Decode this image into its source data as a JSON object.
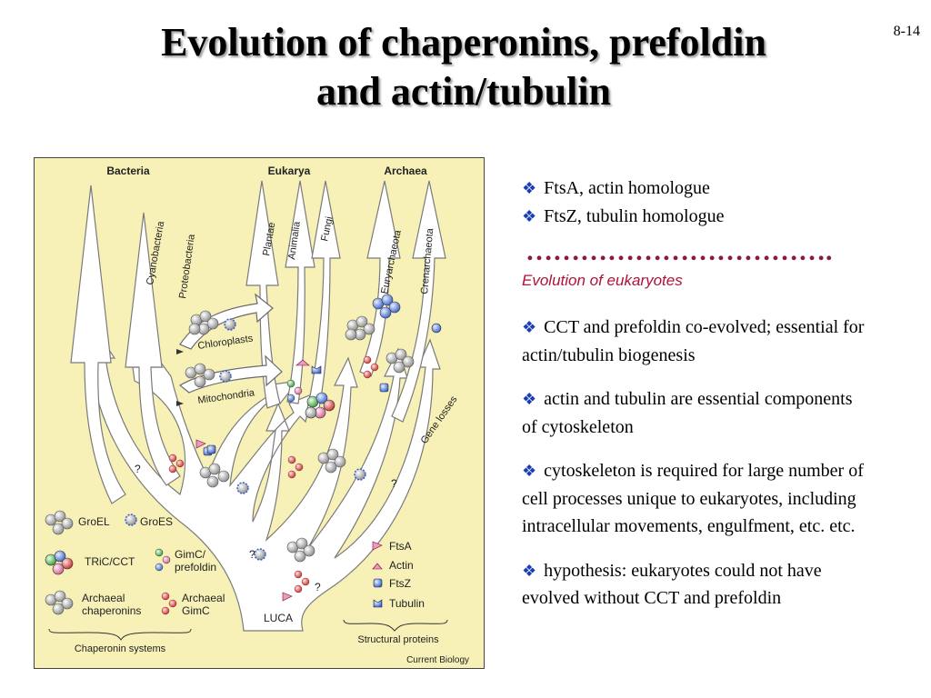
{
  "slide_number": "8-14",
  "title": {
    "line1": "Evolution of chaperonins, prefoldin",
    "line2": "and actin/tubulin"
  },
  "figure": {
    "domains": [
      "Bacteria",
      "Eukarya",
      "Archaea"
    ],
    "branches": {
      "cyanobacteria": "Cyanobacteria",
      "proteobacteria": "Proteobacteria",
      "plantae": "Plantae",
      "animalia": "Animalia",
      "fungi": "Fungi",
      "euryarchaeota": "Euryarchaeota",
      "crenarchaeota": "Crenarchaeota"
    },
    "chloroplasts": "Chloroplasts",
    "mitochondria": "Mitochondria",
    "gene_losses": "Gene losses",
    "question_mark": "?",
    "luca": "LUCA",
    "legend": {
      "groel": "GroEL",
      "groes": "GroES",
      "tric": "TRiC/CCT",
      "gimc_line1": "GimC/",
      "gimc_line2": "prefoldin",
      "arch_chap_line1": "Archaeal",
      "arch_chap_line2": "chaperonins",
      "arch_gimc_line1": "Archaeal",
      "arch_gimc_line2": "GimC",
      "ftsa": "FtsA",
      "actin": "Actin",
      "ftsz": "FtsZ",
      "tubulin": "Tubulin",
      "chaperonin_systems": "Chaperonin systems",
      "structural_proteins": "Structural proteins",
      "credit": "Current Biology"
    }
  },
  "short_bullets": [
    "FtsA, actin homologue",
    "FtsZ, tubulin homologue"
  ],
  "dots": "…………………………….",
  "section_label": "Evolution of eukaryotes",
  "bullets": [
    "CCT and prefoldin co-evolved; essential for actin/tubulin biogenesis",
    "actin and tubulin are essential components of cytoskeleton",
    "cytoskeleton is required for large number of cell processes unique to eukaryotes, including intracellular movements, engulfment, etc. etc.",
    "hypothesis: eukaryotes could not have evolved without CCT and prefoldin"
  ],
  "bullet_symbol": "❖",
  "colors": {
    "figure_background": "#f7f1b8",
    "tree": "#ffffff",
    "bullet": "#1c3fb0",
    "section_label": "#b0123a",
    "dots": "#8b1a3c"
  }
}
